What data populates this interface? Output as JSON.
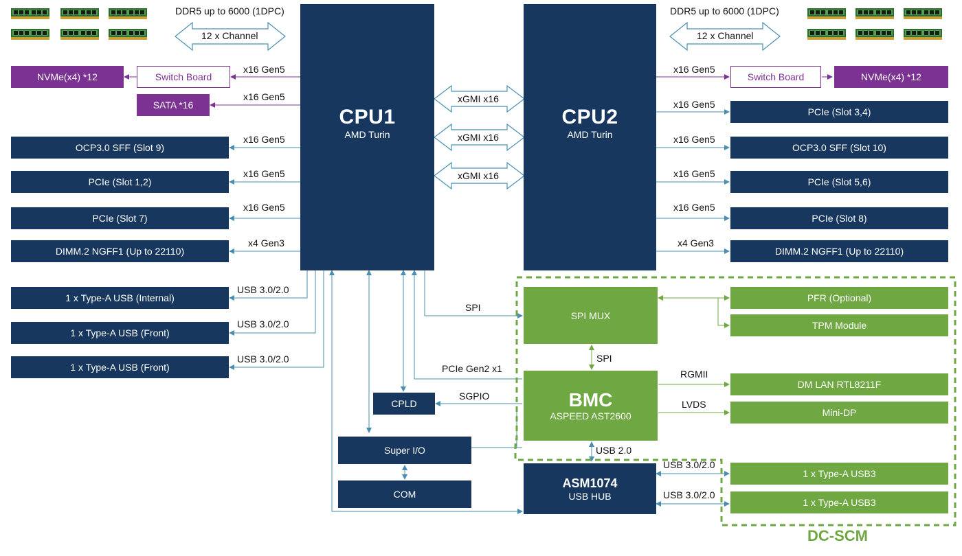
{
  "memory": {
    "left_label": "DDR5 up to 6000 (1DPC)",
    "left_channel": "12 x Channel",
    "right_label": "DDR5 up to 6000 (1DPC)",
    "right_channel": "12 x Channel"
  },
  "cpu1": {
    "title": "CPU1",
    "subtitle": "AMD Turin"
  },
  "cpu2": {
    "title": "CPU2",
    "subtitle": "AMD Turin"
  },
  "xgmi": [
    "xGMI x16",
    "xGMI x16",
    "xGMI x16"
  ],
  "left": {
    "nvme": "NVMe(x4) *12",
    "switch": "Switch Board",
    "sata": "SATA *16",
    "ocp": "OCP3.0 SFF (Slot 9)",
    "pcie12": "PCIe (Slot 1,2)",
    "pcie7": "PCIe (Slot 7)",
    "dimm2": "DIMM.2 NGFF1 (Up to 22110)",
    "usb_internal": "1 x Type-A USB (Internal)",
    "usb_front1": "1 x Type-A USB (Front)",
    "usb_front2": "1 x Type-A USB (Front)",
    "links": [
      "x16 Gen5",
      "x16 Gen5",
      "x16 Gen5",
      "x16 Gen5",
      "x16 Gen5",
      "x4 Gen3",
      "USB 3.0/2.0",
      "USB 3.0/2.0",
      "USB 3.0/2.0"
    ]
  },
  "right": {
    "switch": "Switch Board",
    "nvme": "NVMe(x4) *12",
    "pcie34": "PCIe (Slot 3,4)",
    "ocp": "OCP3.0 SFF (Slot 10)",
    "pcie56": "PCIe (Slot 5,6)",
    "pcie8": "PCIe (Slot 8)",
    "dimm2": "DIMM.2 NGFF1 (Up to 22110)",
    "links": [
      "x16 Gen5",
      "x16 Gen5",
      "x16 Gen5",
      "x16 Gen5",
      "x16 Gen5",
      "x4 Gen3"
    ]
  },
  "center": {
    "spi_mux": "SPI MUX",
    "bmc_title": "BMC",
    "bmc_sub": "ASPEED AST2600",
    "cpld": "CPLD",
    "superio": "Super I/O",
    "com": "COM",
    "hub_title": "ASM1074",
    "hub_sub": "USB HUB",
    "spi_top": "SPI",
    "spi_mid": "SPI",
    "pcie_gen2": "PCIe Gen2 x1",
    "sgpio": "SGPIO",
    "usb20": "USB 2.0"
  },
  "dcscm": {
    "pfr": "PFR (Optional)",
    "tpm": "TPM Module",
    "lan": "DM LAN RTL8211F",
    "minidp": "Mini-DP",
    "usb3a": "1 x Type-A USB3",
    "usb3b": "1 x Type-A USB3",
    "rgmii": "RGMII",
    "lvds": "LVDS",
    "usb_a": "USB 3.0/2.0",
    "usb_b": "USB 3.0/2.0",
    "title": "DC-SCM"
  },
  "colors": {
    "navy": "#17375e",
    "green": "#6fa842",
    "purple": "#7b3292",
    "line": "#4a8fb0"
  }
}
